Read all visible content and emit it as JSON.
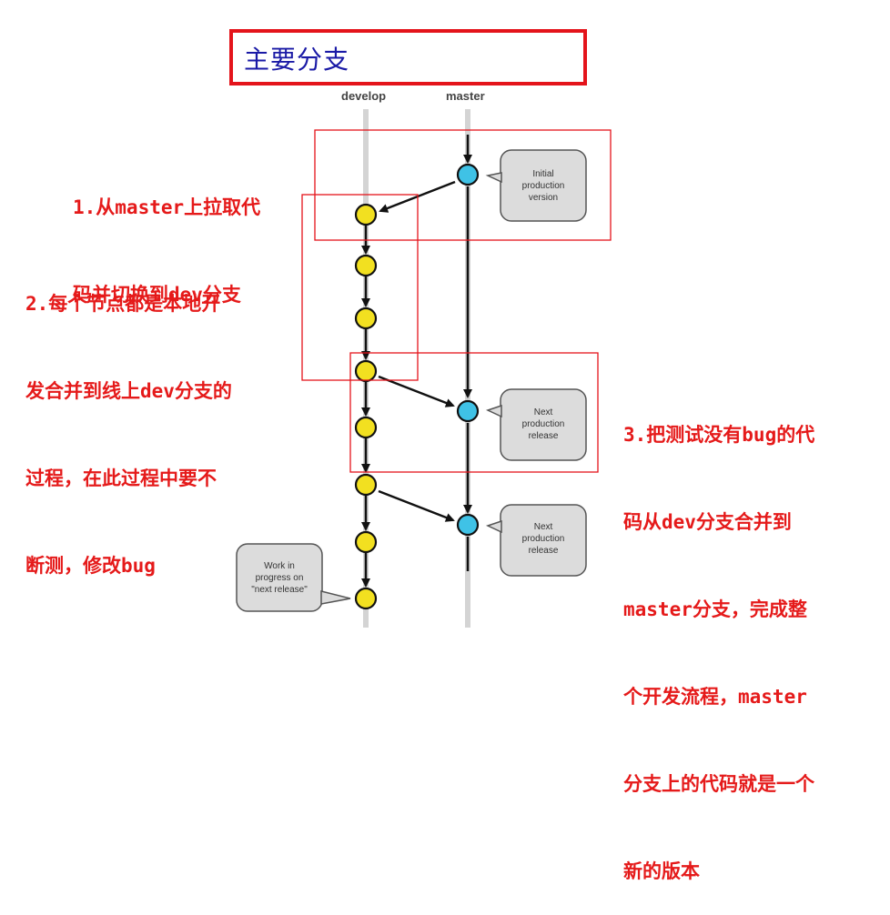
{
  "title": "主要分支",
  "branches": {
    "develop": "develop",
    "master": "master"
  },
  "annotations": {
    "step1": [
      "1.从master上拉取代",
      "码并切换到dev分支"
    ],
    "step2": [
      "2.每个节点都是本地开",
      "发合并到线上dev分支的",
      "过程，在此过程中要不",
      "断测，修改bug"
    ],
    "step3": [
      "3.把测试没有bug的代",
      "码从dev分支合并到",
      "master分支，完成整",
      "个开发流程，master",
      "分支上的代码就是一个",
      "新的版本"
    ]
  },
  "bubbles": {
    "initial": [
      "Initial",
      "production",
      "version"
    ],
    "release1": [
      "Next",
      "production",
      "release"
    ],
    "release2": [
      "Next",
      "production",
      "release"
    ],
    "wip": [
      "Work in",
      "progress on",
      "\"next release\""
    ]
  },
  "colors": {
    "highlight_red": "#e4141b",
    "title_blue": "#1a1aa6",
    "develop_node": "#f2e020",
    "master_node": "#3fc2e6",
    "bubble_fill": "#dcdcdc"
  }
}
